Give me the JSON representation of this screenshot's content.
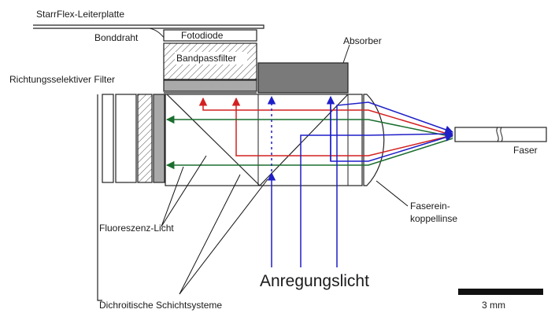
{
  "labels": {
    "pcb": "StarrFlex-Leiterplatte",
    "bond_wire": "Bonddraht",
    "photodiode": "Fotodiode",
    "bandpass": "Bandpassfilter",
    "absorber": "Absorber",
    "dir_filter": "Richtungsselektiver Filter",
    "fiber": "Faser",
    "coupling_lens": "Faserein-\nkoppellinse",
    "fluorescence": "Fluoreszenz-Licht",
    "excitation": "Anregungslicht",
    "dichroic": "Dichroitische Schichtsysteme",
    "scale": "3 mm"
  },
  "colors": {
    "excitation": "#1f1fc8",
    "fluorescence_red": "#d42020",
    "fluorescence_green": "#1a6e2e",
    "absorber": "#7a7a7a",
    "filter_gray": "#a9a9a9"
  }
}
